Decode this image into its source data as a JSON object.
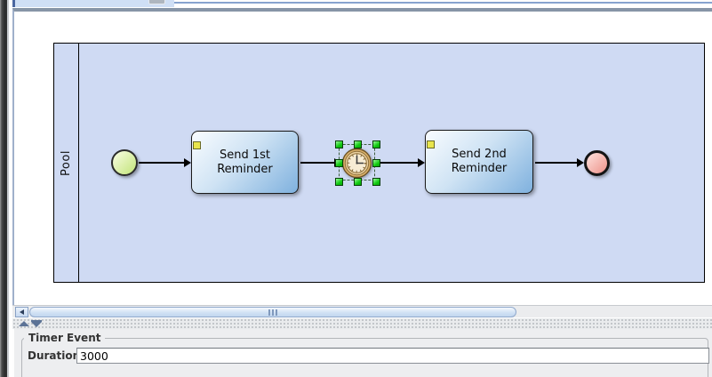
{
  "diagram": {
    "pool_label": "Pool",
    "tasks": {
      "first": "Send 1st\nReminder",
      "second": "Send 2nd\nReminder"
    },
    "selected_element": "timer-intermediate-event"
  },
  "properties_panel": {
    "group_title": "Timer Event",
    "duration_label": "Duration",
    "duration_value": "3000"
  },
  "colors": {
    "pool_fill": "#cfdaf3",
    "task_fill_top": "#f9fcff",
    "task_fill_bottom": "#7fb1de",
    "task_marker": "#e9e54d",
    "start_event_fill": "#cde98e",
    "end_event_fill": "#ef9e96",
    "timer_face": "#f7ecd4",
    "timer_ring": "#d9b06a",
    "selection_handle": "#12cb12",
    "scrollbar_thumb": "#cfe0f4",
    "tab_fill": "#cfdff5"
  }
}
